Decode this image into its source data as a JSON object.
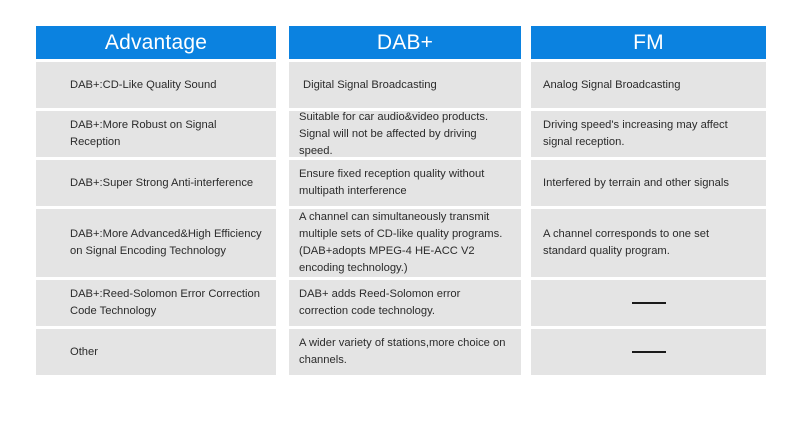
{
  "table": {
    "columns": [
      {
        "key": "advantage",
        "header": "Advantage",
        "cells": [
          "DAB+:CD-Like Quality Sound",
          "DAB+:More Robust on Signal Reception",
          "DAB+:Super Strong Anti-interference",
          "DAB+:More Advanced&High Efficiency on Signal Encoding Technology",
          "DAB+:Reed-Solomon Error Correction Code Technology",
          "Other"
        ]
      },
      {
        "key": "dab_plus",
        "header": "DAB+",
        "cells": [
          "Digital Signal Broadcasting",
          "Suitable for car audio&video products. Signal will not be affected by driving speed.",
          "Ensure fixed reception quality without multipath interference",
          "A channel can simultaneously transmit multiple sets of CD-like quality programs. (DAB+adopts MPEG-4 HE-ACC V2 encoding technology.)",
          "DAB+ adds Reed-Solomon error correction code technology.",
          "A wider variety of stations,more choice on channels."
        ]
      },
      {
        "key": "fm",
        "header": "FM",
        "cells": [
          "Analog Signal Broadcasting",
          "Driving speed's increasing may affect signal reception.",
          "Interfered by terrain and other signals",
          "A channel corresponds to one set standard quality program.",
          "",
          ""
        ]
      }
    ]
  },
  "colors": {
    "header_background": "#0b82e0",
    "header_text": "#ffffff",
    "cell_background": "#e4e4e4",
    "cell_text": "#2b2b2b",
    "page_background": "#ffffff",
    "dash_color": "#1a1a1a"
  }
}
